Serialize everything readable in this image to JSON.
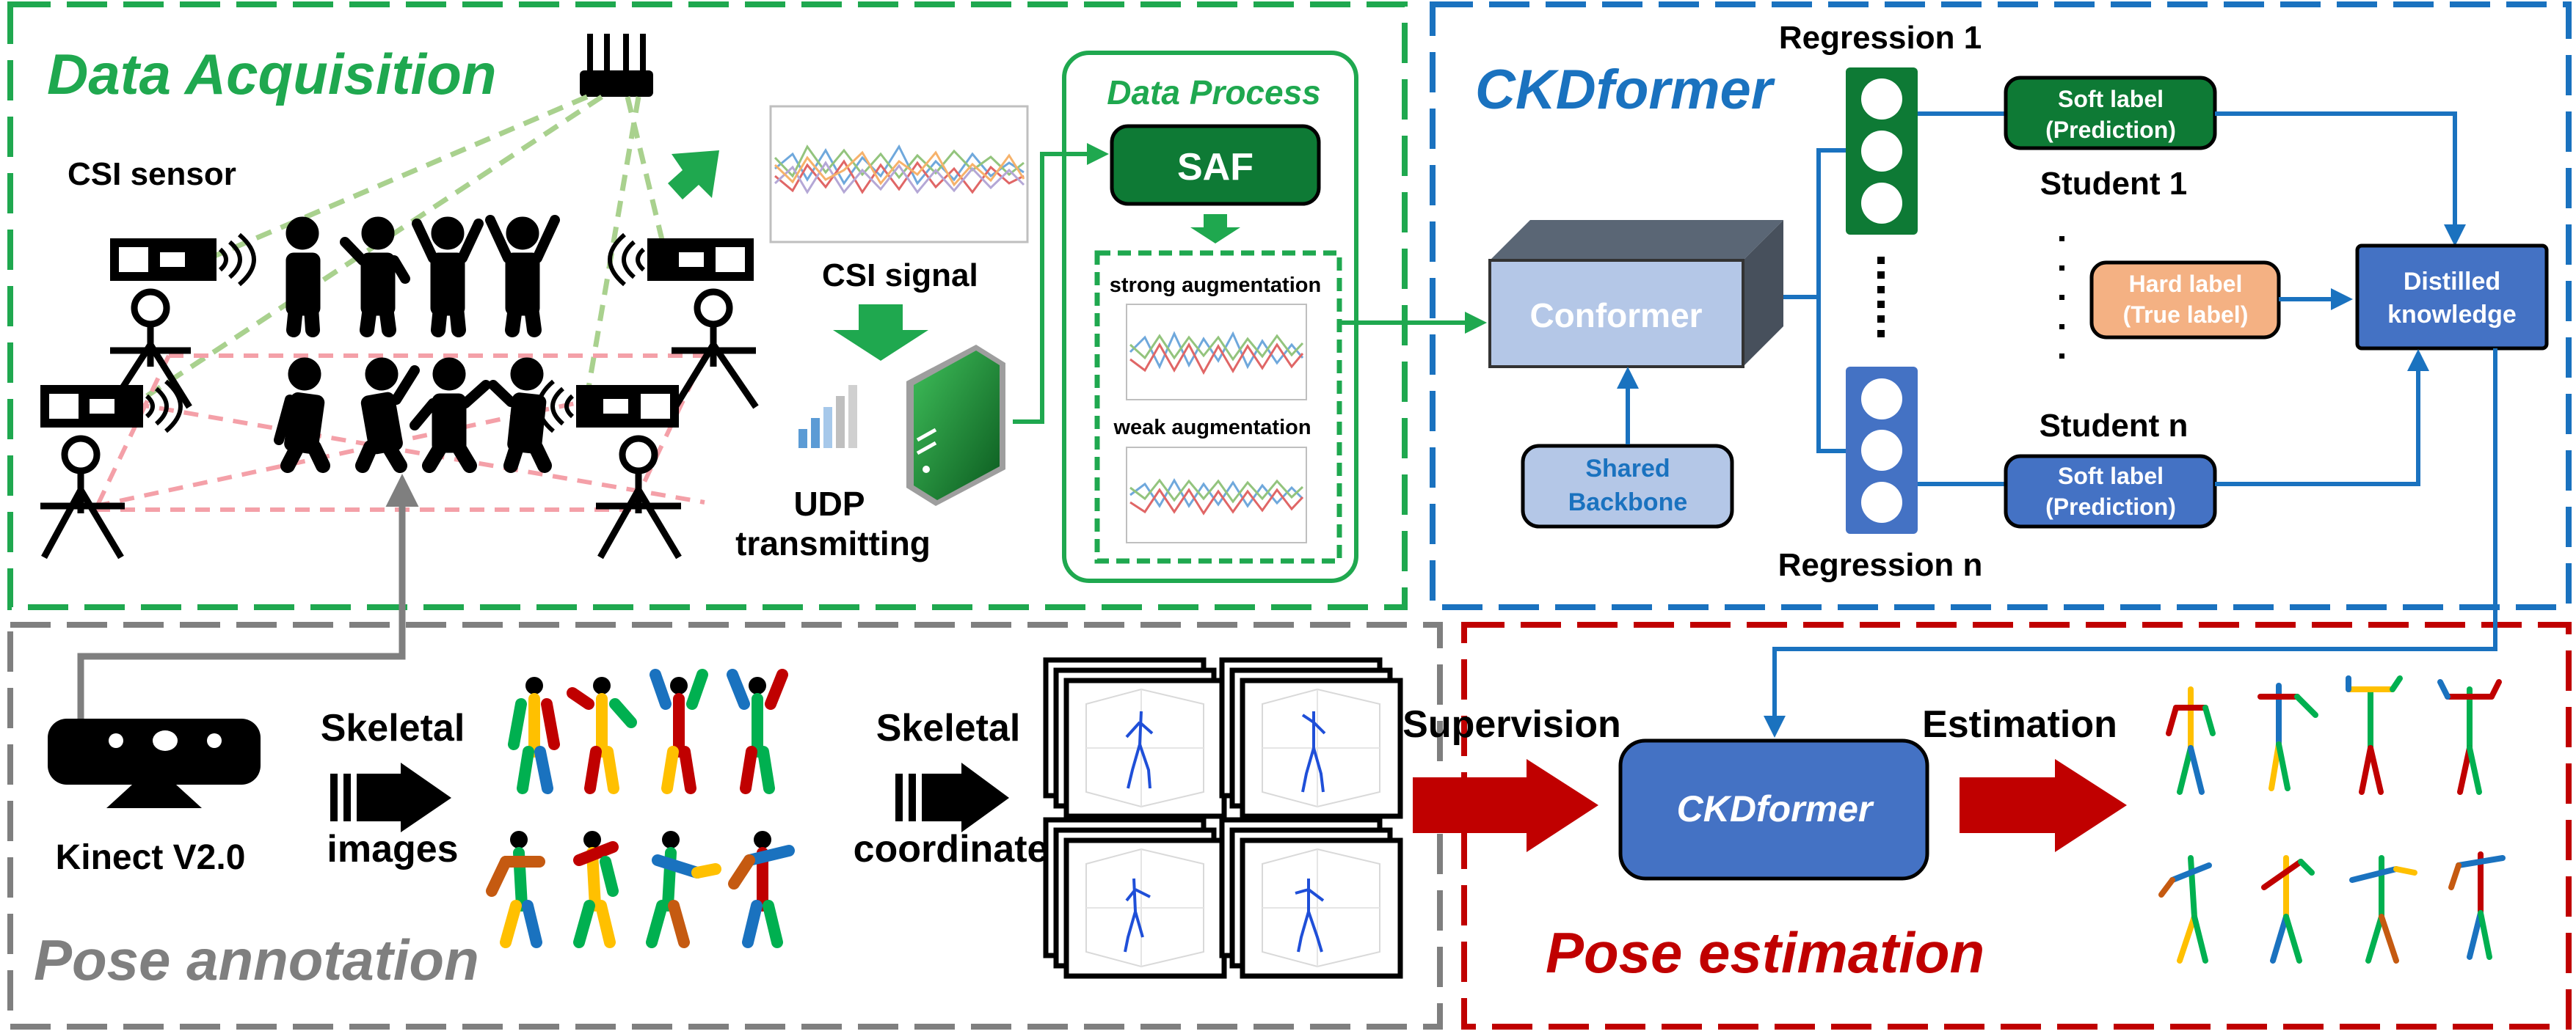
{
  "sections": {
    "acquisition": {
      "title": "Data Acquisition",
      "color": "#1fa84f"
    },
    "ckdformer": {
      "title": "CKDformer",
      "color": "#1a72bf"
    },
    "annotation": {
      "title": "Pose annotation",
      "color": "#7f7f7f"
    },
    "estimation": {
      "title": "Pose estimation",
      "color": "#c00000"
    }
  },
  "acquisition": {
    "csi_sensor": "CSI sensor",
    "csi_signal": "CSI signal",
    "udp_line1": "UDP",
    "udp_line2": "transmitting",
    "data_process": "Data Process",
    "saf": "SAF",
    "strong_aug": "strong augmentation",
    "weak_aug": "weak augmentation"
  },
  "ckdformer": {
    "conformer": "Conformer",
    "backbone_line1": "Shared",
    "backbone_line2": "Backbone",
    "regression_top": "Regression 1",
    "regression_bottom": "Regression n",
    "soft1_line1": "Soft label",
    "soft1_line2": "(Prediction)",
    "softn_line1": "Soft label",
    "softn_line2": "(Prediction)",
    "student_top": "Student 1",
    "student_bottom": "Student n",
    "hard_line1": "Hard label",
    "hard_line2": "(True label)",
    "distilled_line1": "Distilled",
    "distilled_line2": "knowledge"
  },
  "annotation": {
    "kinect": "Kinect V2.0",
    "skeletal1": "Skeletal",
    "images": "images",
    "skeletal2": "Skeletal",
    "coordinates": "coordinates"
  },
  "estimation": {
    "supervision": "Supervision",
    "estimation": "Estimation",
    "ckdformer": "CKDformer"
  },
  "colors": {
    "green": "#1fa84f",
    "dark_green": "#0e7a35",
    "blue": "#1a72bf",
    "box_blue": "#4472c4",
    "light_blue": "#b4c7e7",
    "salmon": "#f4b183",
    "red": "#c00000",
    "grey": "#7f7f7f"
  }
}
